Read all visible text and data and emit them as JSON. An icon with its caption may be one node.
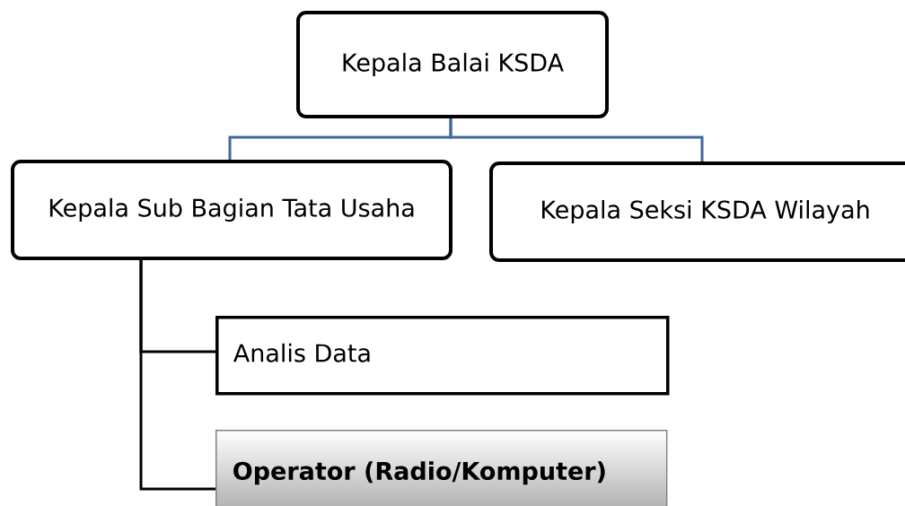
{
  "diagram": {
    "nodes": [
      {
        "text": [
          "Kepala Balai KSDA"
        ]
      },
      {
        "text": [
          "Kepala Sub Bagian Tata Usaha"
        ]
      },
      {
        "text": [
          "Kepala Seksi KSDA Wilayah"
        ]
      },
      {
        "text": [
          "Analis Data"
        ]
      },
      {
        "text": [
          "Operator (Radio/Komputer)"
        ]
      }
    ],
    "edges": [
      {
        "from": 0,
        "to": 1,
        "arrow": "none",
        "color": "#41699b"
      },
      {
        "from": 0,
        "to": 2,
        "arrow": "none",
        "color": "#41699b"
      },
      {
        "from": 1,
        "to": 3,
        "arrow": "none",
        "color": "#000000"
      },
      {
        "from": 1,
        "to": 4,
        "arrow": "none",
        "color": "#000000"
      }
    ]
  }
}
